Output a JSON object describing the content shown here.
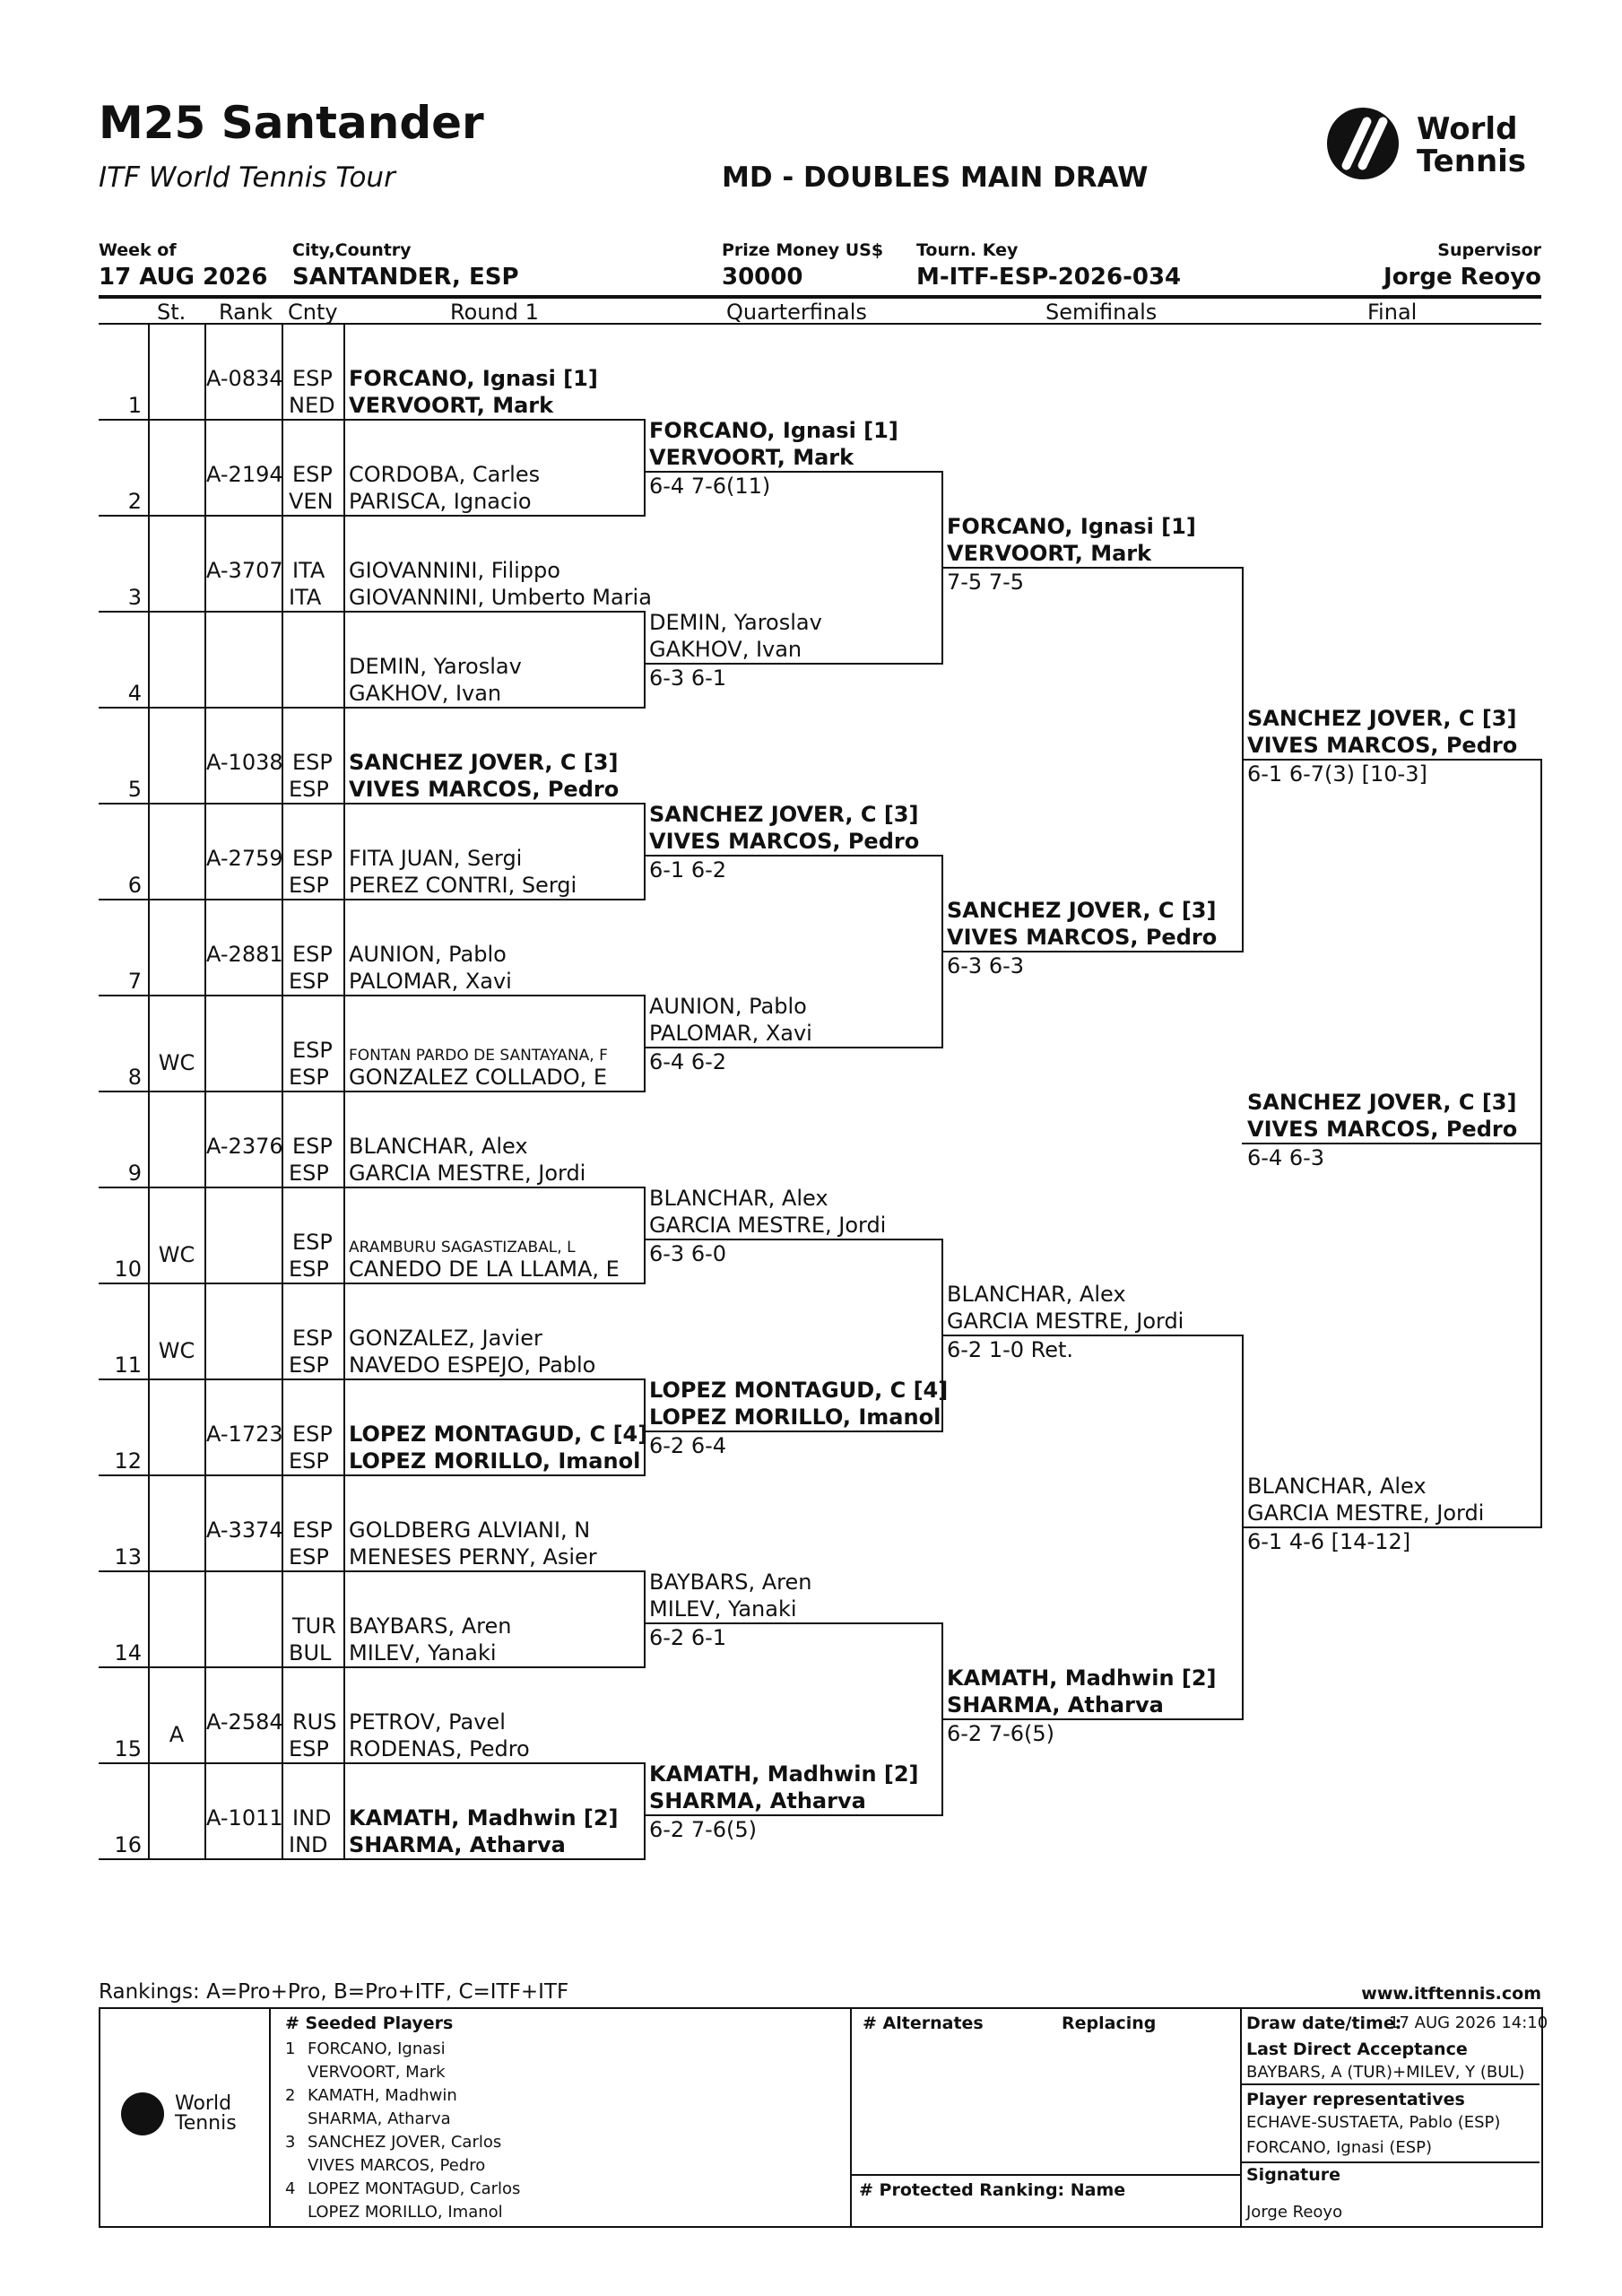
{
  "header": {
    "title": "M25 Santander",
    "subtitle": "ITF World Tennis Tour",
    "draw_type": "MD - DOUBLES MAIN DRAW",
    "logo_text": [
      "World",
      "Tennis"
    ],
    "week_label": "Week of",
    "week_value": "17 AUG 2026",
    "city_label": "City,Country",
    "city_value": "SANTANDER, ESP",
    "prize_label": "Prize Money US$",
    "prize_value": "30000",
    "key_label": "Tourn. Key",
    "key_value": "M-ITF-ESP-2026-034",
    "supervisor_label": "Supervisor",
    "supervisor_value": "Jorge Reoyo"
  },
  "columns": {
    "st": "St.",
    "rank": "Rank",
    "cnty": "Cnty",
    "r1": "Round 1",
    "qf": "Quarterfinals",
    "sf": "Semifinals",
    "final": "Final"
  },
  "entries": [
    {
      "pos": "1",
      "st": "",
      "rank": "A-0834",
      "c1": "ESP",
      "c2": "NED",
      "p1": "FORCANO, Ignasi [1]",
      "p2": "VERVOORT, Mark",
      "seeded": true,
      "small": false
    },
    {
      "pos": "2",
      "st": "",
      "rank": "A-2194",
      "c1": "ESP",
      "c2": "VEN",
      "p1": "CORDOBA, Carles",
      "p2": "PARISCA, Ignacio",
      "seeded": false,
      "small": false
    },
    {
      "pos": "3",
      "st": "",
      "rank": "A-3707",
      "c1": "ITA",
      "c2": "ITA",
      "p1": "GIOVANNINI, Filippo",
      "p2": "GIOVANNINI, Umberto Maria",
      "seeded": false,
      "small": false
    },
    {
      "pos": "4",
      "st": "",
      "rank": "",
      "c1": "",
      "c2": "",
      "p1": "DEMIN, Yaroslav",
      "p2": "GAKHOV, Ivan",
      "seeded": false,
      "small": false
    },
    {
      "pos": "5",
      "st": "",
      "rank": "A-1038",
      "c1": "ESP",
      "c2": "ESP",
      "p1": "SANCHEZ JOVER, C [3]",
      "p2": "VIVES MARCOS, Pedro",
      "seeded": true,
      "small": false
    },
    {
      "pos": "6",
      "st": "",
      "rank": "A-2759",
      "c1": "ESP",
      "c2": "ESP",
      "p1": "FITA JUAN, Sergi",
      "p2": "PEREZ CONTRI, Sergi",
      "seeded": false,
      "small": false
    },
    {
      "pos": "7",
      "st": "",
      "rank": "A-2881",
      "c1": "ESP",
      "c2": "ESP",
      "p1": "AUNION, Pablo",
      "p2": "PALOMAR, Xavi",
      "seeded": false,
      "small": false
    },
    {
      "pos": "8",
      "st": "WC",
      "rank": "",
      "c1": "ESP",
      "c2": "ESP",
      "p1": "FONTAN PARDO DE SANTAYANA, F",
      "p2": "GONZALEZ COLLADO, E",
      "seeded": false,
      "small": true
    },
    {
      "pos": "9",
      "st": "",
      "rank": "A-2376",
      "c1": "ESP",
      "c2": "ESP",
      "p1": "BLANCHAR, Alex",
      "p2": "GARCIA MESTRE, Jordi",
      "seeded": false,
      "small": false
    },
    {
      "pos": "10",
      "st": "WC",
      "rank": "",
      "c1": "ESP",
      "c2": "ESP",
      "p1": "ARAMBURU SAGASTIZABAL, L",
      "p2": "CANEDO DE LA LLAMA, E",
      "seeded": false,
      "small": true
    },
    {
      "pos": "11",
      "st": "WC",
      "rank": "",
      "c1": "ESP",
      "c2": "ESP",
      "p1": "GONZALEZ, Javier",
      "p2": "NAVEDO ESPEJO, Pablo",
      "seeded": false,
      "small": false
    },
    {
      "pos": "12",
      "st": "",
      "rank": "A-1723",
      "c1": "ESP",
      "c2": "ESP",
      "p1": "LOPEZ MONTAGUD, C [4]",
      "p2": "LOPEZ MORILLO, Imanol",
      "seeded": true,
      "small": false
    },
    {
      "pos": "13",
      "st": "",
      "rank": "A-3374",
      "c1": "ESP",
      "c2": "ESP",
      "p1": "GOLDBERG ALVIANI, N",
      "p2": "MENESES PERNY, Asier",
      "seeded": false,
      "small": false
    },
    {
      "pos": "14",
      "st": "",
      "rank": "",
      "c1": "TUR",
      "c2": "BUL",
      "p1": "BAYBARS, Aren",
      "p2": "MILEV, Yanaki",
      "seeded": false,
      "small": false
    },
    {
      "pos": "15",
      "st": "A",
      "rank": "A-2584",
      "c1": "RUS",
      "c2": "ESP",
      "p1": "PETROV, Pavel",
      "p2": "RODENAS, Pedro",
      "seeded": false,
      "small": false
    },
    {
      "pos": "16",
      "st": "",
      "rank": "A-1011",
      "c1": "IND",
      "c2": "IND",
      "p1": "KAMATH, Madhwin [2]",
      "p2": "SHARMA, Atharva",
      "seeded": true,
      "small": false
    }
  ],
  "quarterfinals": [
    {
      "p1": "FORCANO, Ignasi [1]",
      "p2": "VERVOORT, Mark",
      "score": "6-4 7-6(11)",
      "seeded": true
    },
    {
      "p1": "DEMIN, Yaroslav",
      "p2": "GAKHOV, Ivan",
      "score": "6-3 6-1",
      "seeded": false
    },
    {
      "p1": "SANCHEZ JOVER, C [3]",
      "p2": "VIVES MARCOS, Pedro",
      "score": "6-1 6-2",
      "seeded": true
    },
    {
      "p1": "AUNION, Pablo",
      "p2": "PALOMAR, Xavi",
      "score": "6-4 6-2",
      "seeded": false
    },
    {
      "p1": "BLANCHAR, Alex",
      "p2": "GARCIA MESTRE, Jordi",
      "score": "6-3 6-0",
      "seeded": false
    },
    {
      "p1": "LOPEZ MONTAGUD, C [4]",
      "p2": "LOPEZ MORILLO, Imanol",
      "score": "6-2 6-4",
      "seeded": true
    },
    {
      "p1": "BAYBARS, Aren",
      "p2": "MILEV, Yanaki",
      "score": "6-2 6-1",
      "seeded": false
    },
    {
      "p1": "KAMATH, Madhwin [2]",
      "p2": "SHARMA, Atharva",
      "score": "6-2 7-6(5)",
      "seeded": true
    }
  ],
  "semifinals": [
    {
      "p1": "FORCANO, Ignasi [1]",
      "p2": "VERVOORT, Mark",
      "score": "7-5 7-5",
      "seeded": true
    },
    {
      "p1": "SANCHEZ JOVER, C [3]",
      "p2": "VIVES MARCOS, Pedro",
      "score": "6-3 6-3",
      "seeded": true
    },
    {
      "p1": "BLANCHAR, Alex",
      "p2": "GARCIA MESTRE, Jordi",
      "score": "6-2 1-0 Ret.",
      "seeded": false
    },
    {
      "p1": "KAMATH, Madhwin [2]",
      "p2": "SHARMA, Atharva",
      "score": "6-2 7-6(5)",
      "seeded": true
    }
  ],
  "finals": [
    {
      "p1": "SANCHEZ JOVER, C [3]",
      "p2": "VIVES MARCOS, Pedro",
      "score": "6-1 6-7(3) [10-3]",
      "seeded": true
    },
    {
      "p1": "BLANCHAR, Alex",
      "p2": "GARCIA MESTRE, Jordi",
      "score": "6-1 4-6 [14-12]",
      "seeded": false
    }
  ],
  "winner": {
    "p1": "SANCHEZ JOVER, C [3]",
    "p2": "VIVES MARCOS, Pedro",
    "score": "6-4 6-3"
  },
  "footer": {
    "rankings_note": "Rankings: A=Pro+Pro, B=Pro+ITF, C=ITF+ITF",
    "website": "www.itftennis.com",
    "seeded_header": "#   Seeded Players",
    "seeded": [
      {
        "n": "1",
        "a": "FORCANO, Ignasi",
        "b": "VERVOORT, Mark"
      },
      {
        "n": "2",
        "a": "KAMATH, Madhwin",
        "b": "SHARMA, Atharva"
      },
      {
        "n": "3",
        "a": "SANCHEZ JOVER, Carlos",
        "b": "VIVES MARCOS, Pedro"
      },
      {
        "n": "4",
        "a": "LOPEZ MONTAGUD, Carlos",
        "b": "LOPEZ MORILLO, Imanol"
      }
    ],
    "alternates_header": "# Alternates",
    "replacing_header": "Replacing",
    "protected_header": "#  Protected Ranking: Name",
    "draw_date_label": "Draw date/time:",
    "draw_date_value": "17 AUG 2026 14:10",
    "lda_label": "Last Direct Acceptance",
    "lda_value": "BAYBARS, A (TUR)+MILEV, Y (BUL)",
    "reps_label": "Player representatives",
    "reps": [
      "ECHAVE-SUSTAETA, Pablo (ESP)",
      "FORCANO, Ignasi (ESP)"
    ],
    "signature_label": "Signature",
    "signature_value": "Jorge Reoyo"
  }
}
